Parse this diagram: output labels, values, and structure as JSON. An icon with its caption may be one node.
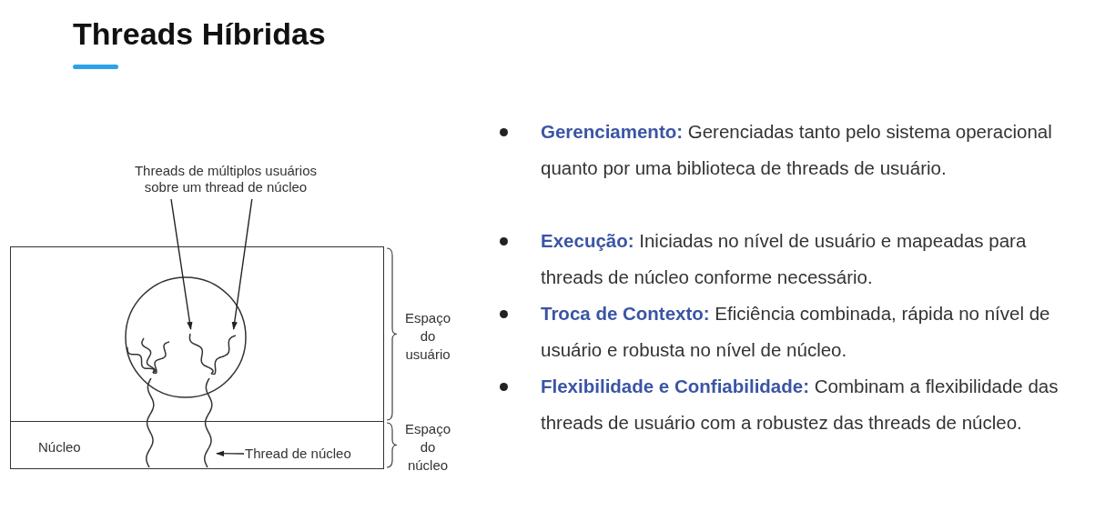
{
  "diagram": {
    "title": "Threads Híbridas",
    "nodes": [
      {
        "text": [
          "Threads de múltiplos usuários sobre um thread de núcleo"
        ]
      },
      {
        "text": [],
        "shape": "box",
        "beside": [
          "Espaço do usuário"
        ]
      },
      {
        "text": [
          "Núcleo"
        ],
        "beside": [
          "Espaço do núcleo"
        ]
      },
      {
        "text": [],
        "shape": "circle",
        "in": 1
      },
      {
        "text": [],
        "shape": "curve",
        "in": 3
      },
      {
        "text": [],
        "shape": "curve",
        "in": 3
      },
      {
        "text": [
          "Thread de núcleo"
        ],
        "in": 2
      },
      {
        "text": [],
        "shape": "curve"
      }
    ],
    "edges": [
      {
        "from": 0,
        "to": 4,
        "arrow": "to"
      },
      {
        "from": 0,
        "to": 5,
        "arrow": "to"
      },
      {
        "from": 6,
        "to": 7,
        "arrow": "to"
      }
    ],
    "labels": [
      "**Gerenciamento:** Gerenciadas tanto pelo sistema operacional quanto por uma biblioteca de threads de usuário.",
      "**Execução:** Iniciadas no nível de usuário e mapeadas para threads de núcleo conforme necessário.",
      "**Troca de Contexto:** Eficiência combinada, rápida no nível de usuário e robusta no nível de núcleo.",
      "**Flexibilidade e Confiabilidade:** Combinam a flexibilidade das threads de usuário com a robustez das threads de núcleo."
    ]
  }
}
